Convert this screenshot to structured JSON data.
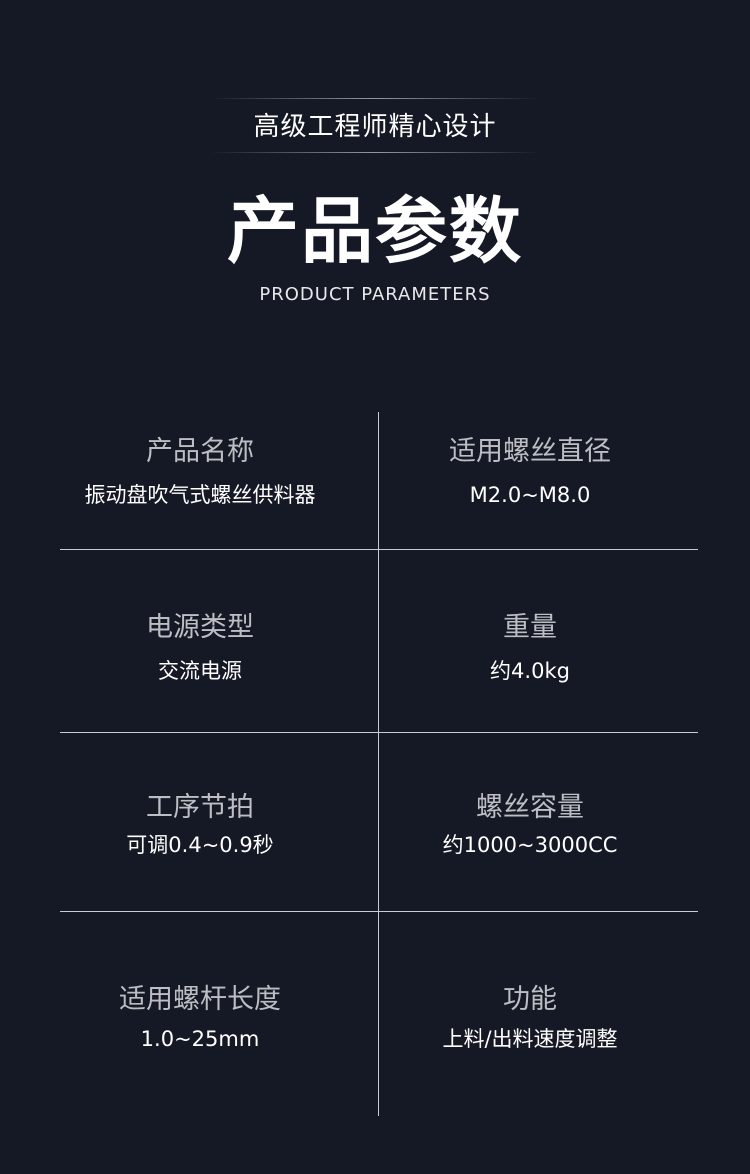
{
  "header": {
    "tagline": "高级工程师精心设计",
    "title": "产品参数",
    "subtitle": "PRODUCT PARAMETERS"
  },
  "specs": [
    {
      "label": "产品名称",
      "value": "振动盘吹气式螺丝供料器"
    },
    {
      "label": "适用螺丝直径",
      "value": "M2.0~M8.0"
    },
    {
      "label": "电源类型",
      "value": "交流电源"
    },
    {
      "label": "重量",
      "value": "约4.0kg"
    },
    {
      "label": "工序节拍",
      "value": "可调0.4~0.9秒"
    },
    {
      "label": "螺丝容量",
      "value": "约1000~3000CC"
    },
    {
      "label": "适用螺杆长度",
      "value": "1.0~25mm"
    },
    {
      "label": "功能",
      "value": "上料/出料速度调整"
    }
  ],
  "colors": {
    "background": "#151925",
    "label": "#bcbec3",
    "value": "#ffffff",
    "divider": "#c9cbd0"
  }
}
